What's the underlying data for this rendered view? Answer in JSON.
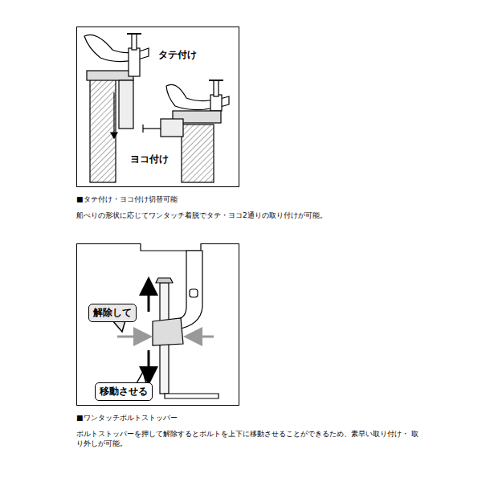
{
  "diagram": {
    "nodes": [
      {
        "text": [
          "解除して"
        ]
      },
      {
        "text": [
          "移動させる"
        ]
      }
    ],
    "labels": [
      "タテ付け",
      "ヨコ付け",
      "■タテ付け・ヨコ付け切替可能",
      "船べりの形状に応じてワンタッチ着脱でタテ・ヨコ2通りの取り付けが可能。",
      "■ワンタッチボルトストッパー",
      "ボルトストッパーを押して解除するとボルトを上下に移動させることができるため、素早い取り付け・ 取り外しが可能。"
    ]
  }
}
